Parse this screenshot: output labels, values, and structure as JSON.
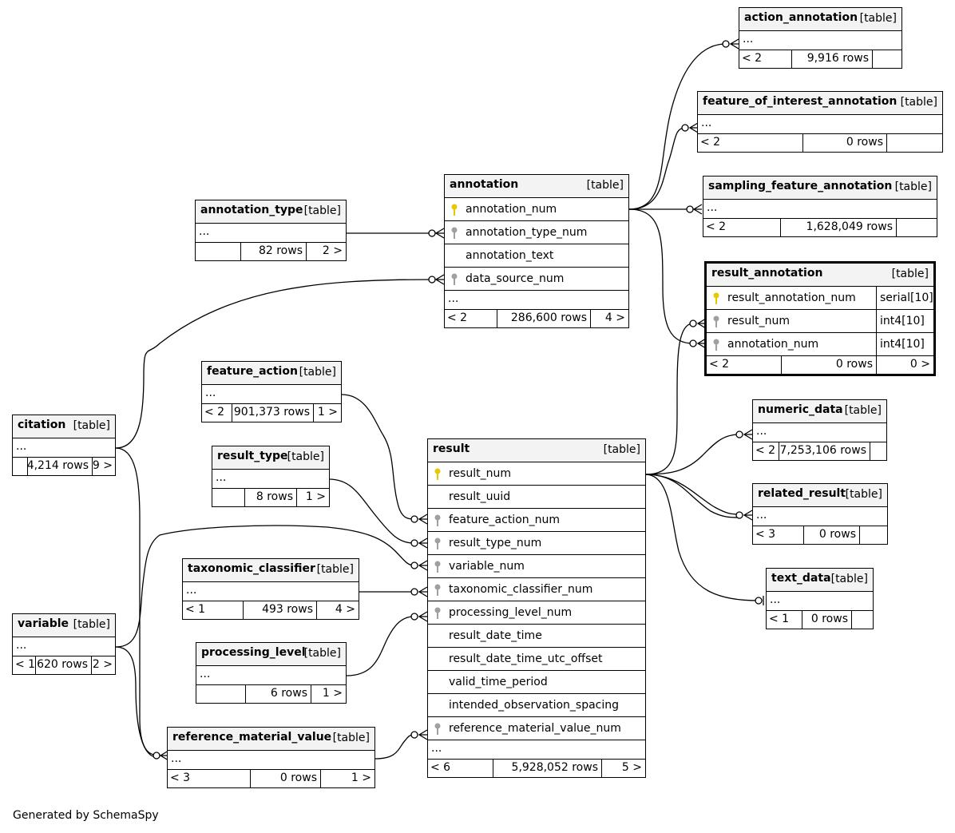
{
  "tables": {
    "action_annotation": {
      "name": "action_annotation",
      "type": "[table]",
      "ellipsis": "...",
      "parents": "< 2",
      "rows": "9,916 rows",
      "children": ""
    },
    "feature_of_interest_annotation": {
      "name": "feature_of_interest_annotation",
      "type": "[table]",
      "ellipsis": "...",
      "parents": "< 2",
      "rows": "0 rows",
      "children": ""
    },
    "sampling_feature_annotation": {
      "name": "sampling_feature_annotation",
      "type": "[table]",
      "ellipsis": "...",
      "parents": "< 2",
      "rows": "1,628,049 rows",
      "children": ""
    },
    "annotation": {
      "name": "annotation",
      "type": "[table]",
      "columns": [
        {
          "name": "annotation_num",
          "key": "primary"
        },
        {
          "name": "annotation_type_num",
          "key": "foreign"
        },
        {
          "name": "annotation_text",
          "key": "none"
        },
        {
          "name": "data_source_num",
          "key": "foreign"
        }
      ],
      "ellipsis": "...",
      "parents": "< 2",
      "rows": "286,600 rows",
      "children": "4 >"
    },
    "annotation_type": {
      "name": "annotation_type",
      "type": "[table]",
      "ellipsis": "...",
      "parents": "",
      "rows": "82 rows",
      "children": "2 >"
    },
    "result_annotation": {
      "name": "result_annotation",
      "type": "[table]",
      "columns": [
        {
          "name": "result_annotation_num",
          "type": "serial[10]",
          "key": "primary"
        },
        {
          "name": "result_num",
          "type": "int4[10]",
          "key": "foreign"
        },
        {
          "name": "annotation_num",
          "type": "int4[10]",
          "key": "foreign"
        }
      ],
      "parents": "< 2",
      "rows": "0 rows",
      "children": "0 >"
    },
    "feature_action": {
      "name": "feature_action",
      "type": "[table]",
      "ellipsis": "...",
      "parents": "< 2",
      "rows": "901,373 rows",
      "children": "1 >"
    },
    "citation": {
      "name": "citation",
      "type": "[table]",
      "ellipsis": "...",
      "parents": "",
      "rows": "4,214 rows",
      "children": "9 >"
    },
    "result_type": {
      "name": "result_type",
      "type": "[table]",
      "ellipsis": "...",
      "parents": "",
      "rows": "8 rows",
      "children": "1 >"
    },
    "result": {
      "name": "result",
      "type": "[table]",
      "columns": [
        {
          "name": "result_num",
          "key": "primary"
        },
        {
          "name": "result_uuid",
          "key": "none"
        },
        {
          "name": "feature_action_num",
          "key": "foreign"
        },
        {
          "name": "result_type_num",
          "key": "foreign"
        },
        {
          "name": "variable_num",
          "key": "foreign"
        },
        {
          "name": "taxonomic_classifier_num",
          "key": "foreign"
        },
        {
          "name": "processing_level_num",
          "key": "foreign"
        },
        {
          "name": "result_date_time",
          "key": "none"
        },
        {
          "name": "result_date_time_utc_offset",
          "key": "none"
        },
        {
          "name": "valid_time_period",
          "key": "none"
        },
        {
          "name": "intended_observation_spacing",
          "key": "none"
        },
        {
          "name": "reference_material_value_num",
          "key": "foreign"
        }
      ],
      "ellipsis": "...",
      "parents": "< 6",
      "rows": "5,928,052 rows",
      "children": "5 >"
    },
    "numeric_data": {
      "name": "numeric_data",
      "type": "[table]",
      "ellipsis": "...",
      "parents": "< 2",
      "rows": "7,253,106 rows",
      "children": ""
    },
    "related_result": {
      "name": "related_result",
      "type": "[table]",
      "ellipsis": "...",
      "parents": "< 3",
      "rows": "0 rows",
      "children": ""
    },
    "taxonomic_classifier": {
      "name": "taxonomic_classifier",
      "type": "[table]",
      "ellipsis": "...",
      "parents": "< 1",
      "rows": "493 rows",
      "children": "4 >"
    },
    "variable": {
      "name": "variable",
      "type": "[table]",
      "ellipsis": "...",
      "parents": "< 1",
      "rows": "620 rows",
      "children": "2 >"
    },
    "text_data": {
      "name": "text_data",
      "type": "[table]",
      "ellipsis": "...",
      "parents": "< 1",
      "rows": "0 rows",
      "children": ""
    },
    "processing_level": {
      "name": "processing_level",
      "type": "[table]",
      "ellipsis": "...",
      "parents": "",
      "rows": "6 rows",
      "children": "1 >"
    },
    "reference_material_value": {
      "name": "reference_material_value",
      "type": "[table]",
      "ellipsis": "...",
      "parents": "< 3",
      "rows": "0 rows",
      "children": "1 >"
    }
  },
  "relationships": [
    {
      "from": "annotation_type",
      "to": "annotation.annotation_type_num"
    },
    {
      "from": "citation",
      "to": "annotation.data_source_num"
    },
    {
      "from": "annotation",
      "to": "action_annotation"
    },
    {
      "from": "annotation",
      "to": "feature_of_interest_annotation"
    },
    {
      "from": "annotation",
      "to": "sampling_feature_annotation"
    },
    {
      "from": "annotation",
      "to": "result_annotation.annotation_num"
    },
    {
      "from": "result",
      "to": "result_annotation.result_num"
    },
    {
      "from": "feature_action",
      "to": "result.feature_action_num"
    },
    {
      "from": "result_type",
      "to": "result.result_type_num"
    },
    {
      "from": "variable",
      "to": "result.variable_num"
    },
    {
      "from": "taxonomic_classifier",
      "to": "result.taxonomic_classifier_num"
    },
    {
      "from": "processing_level",
      "to": "result.processing_level_num"
    },
    {
      "from": "reference_material_value",
      "to": "result.reference_material_value_num"
    },
    {
      "from": "result",
      "to": "numeric_data"
    },
    {
      "from": "result",
      "to": "related_result"
    },
    {
      "from": "result",
      "to": "text_data"
    },
    {
      "from": "citation",
      "to": "reference_material_value"
    },
    {
      "from": "variable",
      "to": "reference_material_value"
    }
  ],
  "footer": {
    "generated_by": "Generated by SchemaSpy"
  },
  "colors": {
    "primary_key": "#e8c800",
    "foreign_key": "#a0a0a0",
    "header_bg": "#f3f3f3"
  }
}
